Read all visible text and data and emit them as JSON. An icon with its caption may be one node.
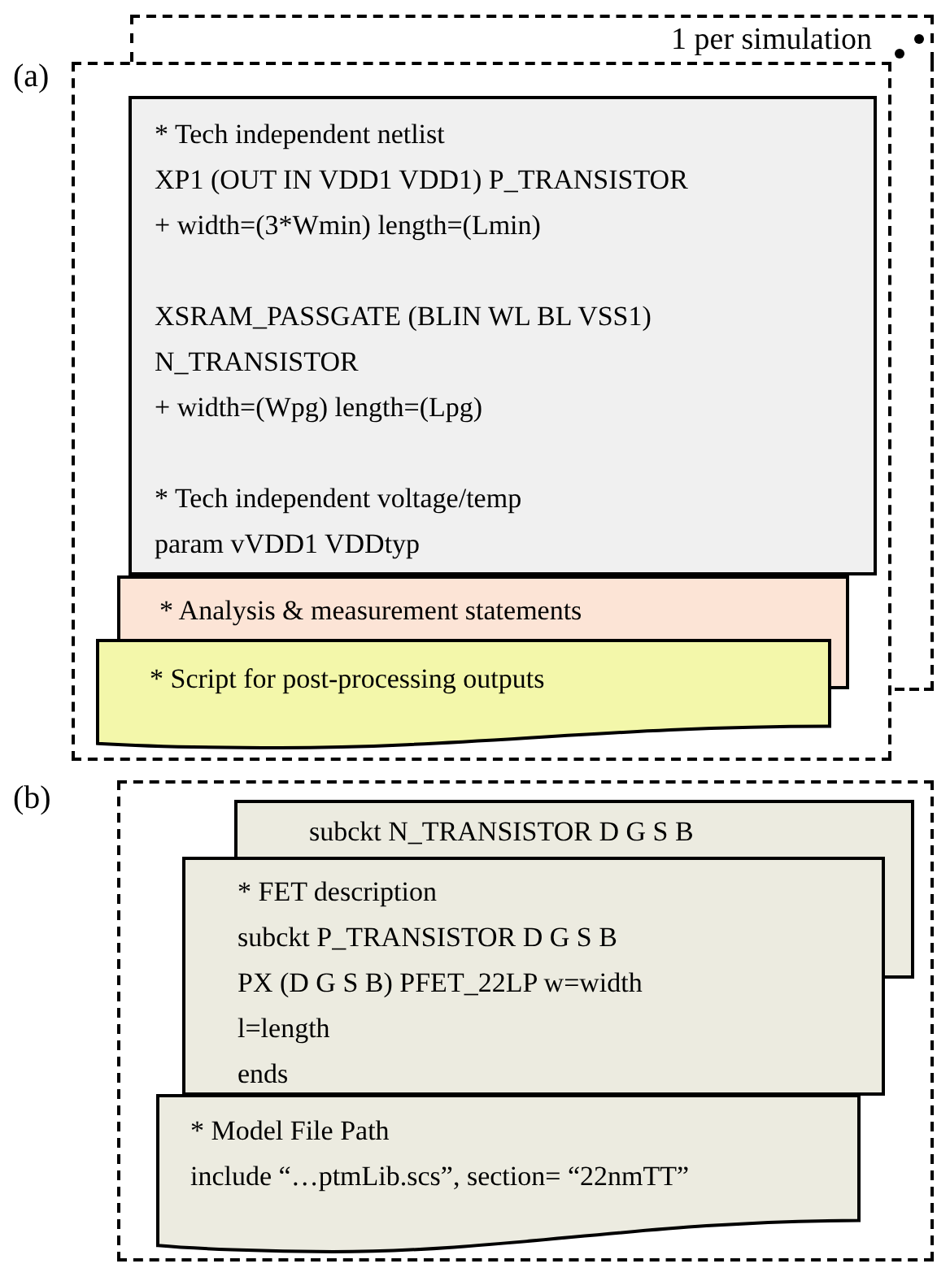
{
  "diagram": {
    "nodes": [
      {
        "text": [
          "1 per simulation"
        ]
      },
      {
        "text": [],
        "shape": "box",
        "beside": [
          "(a)"
        ]
      },
      {
        "text": [
          "* Tech independent netlist",
          "XP1 (OUT IN VDD1 VDD1) P_TRANSISTOR",
          "+ width=(3*Wmin) length=(Lmin)",
          "XSRAM_PASSGATE (BLIN WL BL VSS1)",
          "N_TRANSISTOR",
          "+ width=(Wpg) length=(Lpg)",
          "* Tech independent voltage/temp",
          "param vVDD1 VDDtyp"
        ],
        "in": 1
      },
      {
        "text": [
          "* Analysis & measurement statements"
        ],
        "in": 1
      },
      {
        "text": [
          "* Script for post-processing outputs"
        ],
        "in": 1
      },
      {
        "text": [],
        "shape": "box",
        "beside": [
          "(b)"
        ]
      },
      {
        "text": [
          "subckt N_TRANSISTOR D G S B"
        ],
        "in": 5
      },
      {
        "text": [
          "* FET description",
          "subckt P_TRANSISTOR D G S B",
          "PX (D G S B) PFET_22LP w=width",
          "l=length",
          "ends"
        ],
        "in": 5
      },
      {
        "text": [
          "* Model File Path",
          "include “…ptmLib.scs”, section= “22nmTT”"
        ],
        "in": 5
      }
    ],
    "edges": []
  }
}
